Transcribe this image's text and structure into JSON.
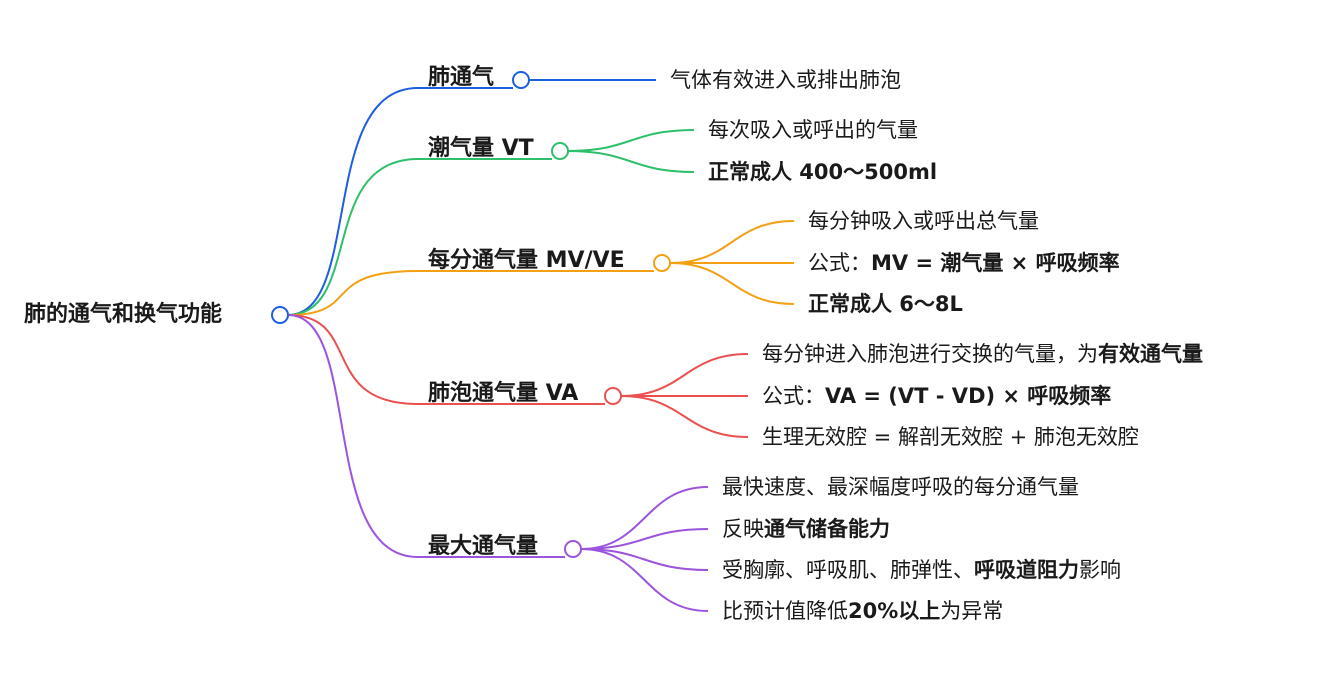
{
  "root": {
    "label": "肺的通气和换气功能",
    "color": "#1e5fe0"
  },
  "branches": [
    {
      "label": "肺通气",
      "color": "#1e5fe0",
      "children": [
        {
          "parts": [
            {
              "text": "气体有效进入或排出肺泡",
              "bold": false
            }
          ]
        }
      ]
    },
    {
      "label": "潮气量 VT",
      "color": "#2dbf6a",
      "children": [
        {
          "parts": [
            {
              "text": "每次吸入或呼出的气量",
              "bold": false
            }
          ]
        },
        {
          "parts": [
            {
              "text": "正常成人 400～500ml",
              "bold": true
            }
          ]
        }
      ]
    },
    {
      "label": "每分通气量 MV/VE",
      "color": "#f4a014",
      "children": [
        {
          "parts": [
            {
              "text": "每分钟吸入或呼出总气量",
              "bold": false
            }
          ]
        },
        {
          "parts": [
            {
              "text": "公式：",
              "bold": false
            },
            {
              "text": "MV = 潮气量 × 呼吸频率",
              "bold": true
            }
          ]
        },
        {
          "parts": [
            {
              "text": "正常成人 6～8L",
              "bold": true
            }
          ]
        }
      ]
    },
    {
      "label": "肺泡通气量 VA",
      "color": "#ea5050",
      "children": [
        {
          "parts": [
            {
              "text": "每分钟进入肺泡进行交换的气量，为",
              "bold": false
            },
            {
              "text": "有效通气量",
              "bold": true
            }
          ]
        },
        {
          "parts": [
            {
              "text": "公式：",
              "bold": false
            },
            {
              "text": "VA = (VT - VD) × 呼吸频率",
              "bold": true
            }
          ]
        },
        {
          "parts": [
            {
              "text": "生理无效腔 = 解剖无效腔 + 肺泡无效腔",
              "bold": false
            }
          ]
        }
      ]
    },
    {
      "label": "最大通气量",
      "color": "#9b54dc",
      "children": [
        {
          "parts": [
            {
              "text": "最快速度、最深幅度呼吸的每分通气量",
              "bold": false
            }
          ]
        },
        {
          "parts": [
            {
              "text": "反映",
              "bold": false
            },
            {
              "text": "通气储备能力",
              "bold": true
            }
          ]
        },
        {
          "parts": [
            {
              "text": "受胸廓、呼吸肌、肺弹性、",
              "bold": false
            },
            {
              "text": "呼吸道阻力",
              "bold": true
            },
            {
              "text": "影响",
              "bold": false
            }
          ]
        },
        {
          "parts": [
            {
              "text": "比预计值降低",
              "bold": false
            },
            {
              "text": "20%以上",
              "bold": true
            },
            {
              "text": "为异常",
              "bold": false
            }
          ]
        }
      ]
    }
  ]
}
